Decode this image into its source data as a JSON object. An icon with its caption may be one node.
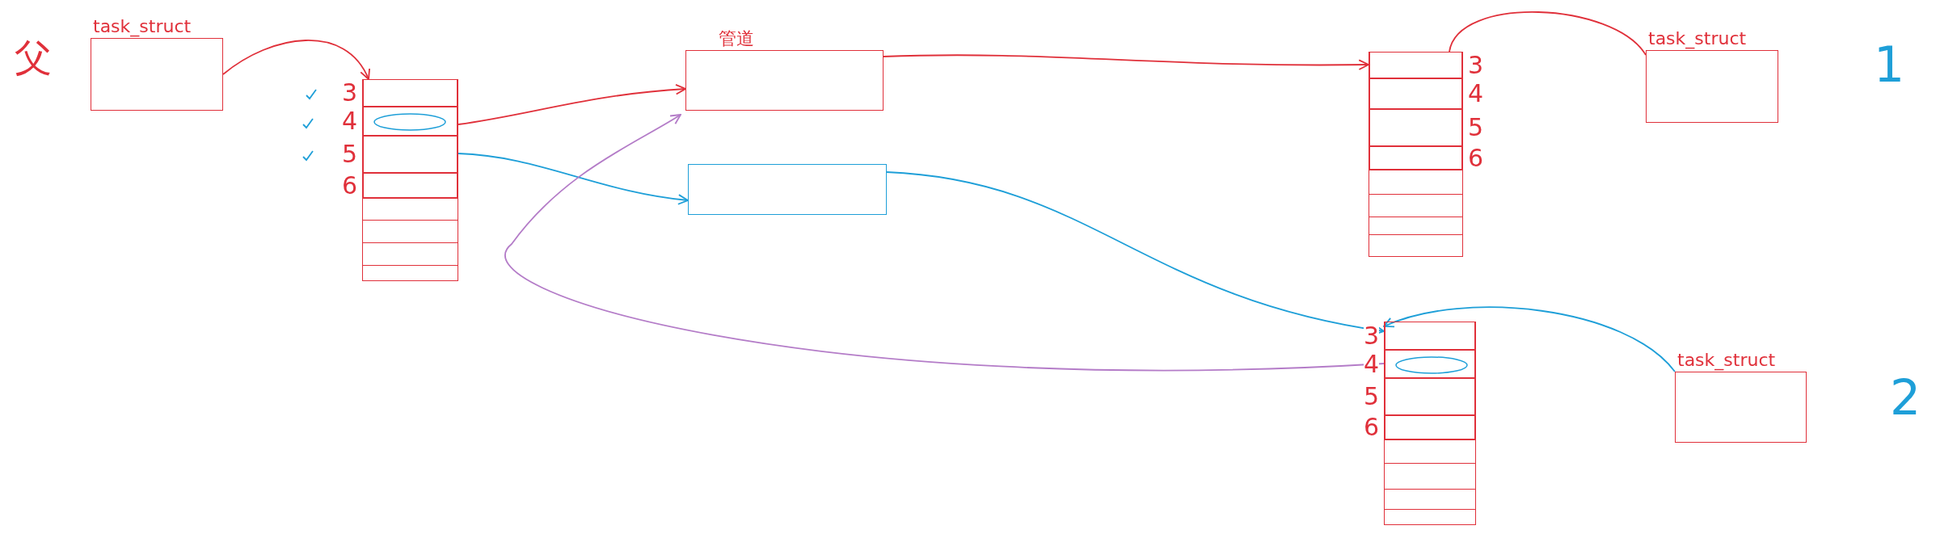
{
  "diagram": {
    "nodes": [
      {
        "text": [
          "task_struct"
        ]
      },
      {
        "text": [],
        "shape": "box"
      },
      {
        "text": [],
        "shape": "box",
        "in": 1,
        "beside": [
          "3"
        ]
      },
      {
        "text": [],
        "shape": "box",
        "in": 1,
        "beside": [
          "4"
        ]
      },
      {
        "text": [],
        "shape": "box",
        "in": 1,
        "beside": [
          "5"
        ]
      },
      {
        "text": [],
        "shape": "box",
        "in": 1,
        "beside": [
          "6"
        ]
      },
      {
        "text": [
          "管道"
        ]
      },
      {
        "text": [],
        "shape": "box"
      },
      {
        "text": [],
        "shape": "box"
      },
      {
        "text": [],
        "shape": "box",
        "in": 8,
        "beside": [
          "3"
        ]
      },
      {
        "text": [],
        "shape": "box",
        "in": 8,
        "beside": [
          "4"
        ]
      },
      {
        "text": [],
        "shape": "box",
        "in": 8,
        "beside": [
          "5"
        ]
      },
      {
        "text": [],
        "shape": "box",
        "in": 8,
        "beside": [
          "6"
        ]
      },
      {
        "text": [
          "task_struct"
        ]
      },
      {
        "text": [],
        "shape": "box"
      },
      {
        "text": [],
        "shape": "box",
        "in": 14,
        "beside": [
          "3"
        ]
      },
      {
        "text": [],
        "shape": "box",
        "in": 14,
        "beside": [
          "4"
        ]
      },
      {
        "text": [],
        "shape": "box",
        "in": 14,
        "beside": [
          "5"
        ]
      },
      {
        "text": [],
        "shape": "box",
        "in": 14,
        "beside": [
          "6"
        ]
      },
      {
        "text": [
          "task_struct"
        ]
      }
    ],
    "edges": [
      {
        "from": 0,
        "to": 1,
        "arrow": "to"
      },
      {
        "from": 3,
        "to": 6,
        "arrow": "to"
      },
      {
        "from": 4,
        "to": 7,
        "arrow": "to",
        "color": "#1e9fd8"
      },
      {
        "from": 6,
        "to": 9,
        "arrow": "to"
      },
      {
        "from": 13,
        "to": 8,
        "arrow": "none"
      },
      {
        "from": 7,
        "to": 15,
        "arrow": "to",
        "color": "#1e9fd8"
      },
      {
        "from": 16,
        "to": 6,
        "arrow": "to",
        "color": "#b47cc8"
      },
      {
        "from": 19,
        "to": 14,
        "arrow": "to",
        "color": "#1e9fd8"
      }
    ],
    "labels": [
      "父",
      "1",
      "2"
    ]
  }
}
